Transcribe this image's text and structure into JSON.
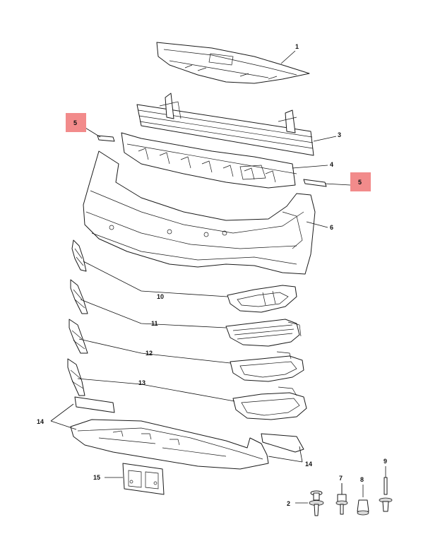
{
  "callouts": {
    "c1": "1",
    "c2": "2",
    "c3": "3",
    "c4": "4",
    "c5a": "5",
    "c5b": "5",
    "c6": "6",
    "c7": "7",
    "c8": "8",
    "c9": "9",
    "c10": "10",
    "c11": "11",
    "c12": "12",
    "c13": "13",
    "c14a": "14",
    "c14b": "14",
    "c15": "15"
  },
  "colors": {
    "highlight": "#f28b8b",
    "line": "#1a1a1a",
    "background": "#ffffff"
  }
}
